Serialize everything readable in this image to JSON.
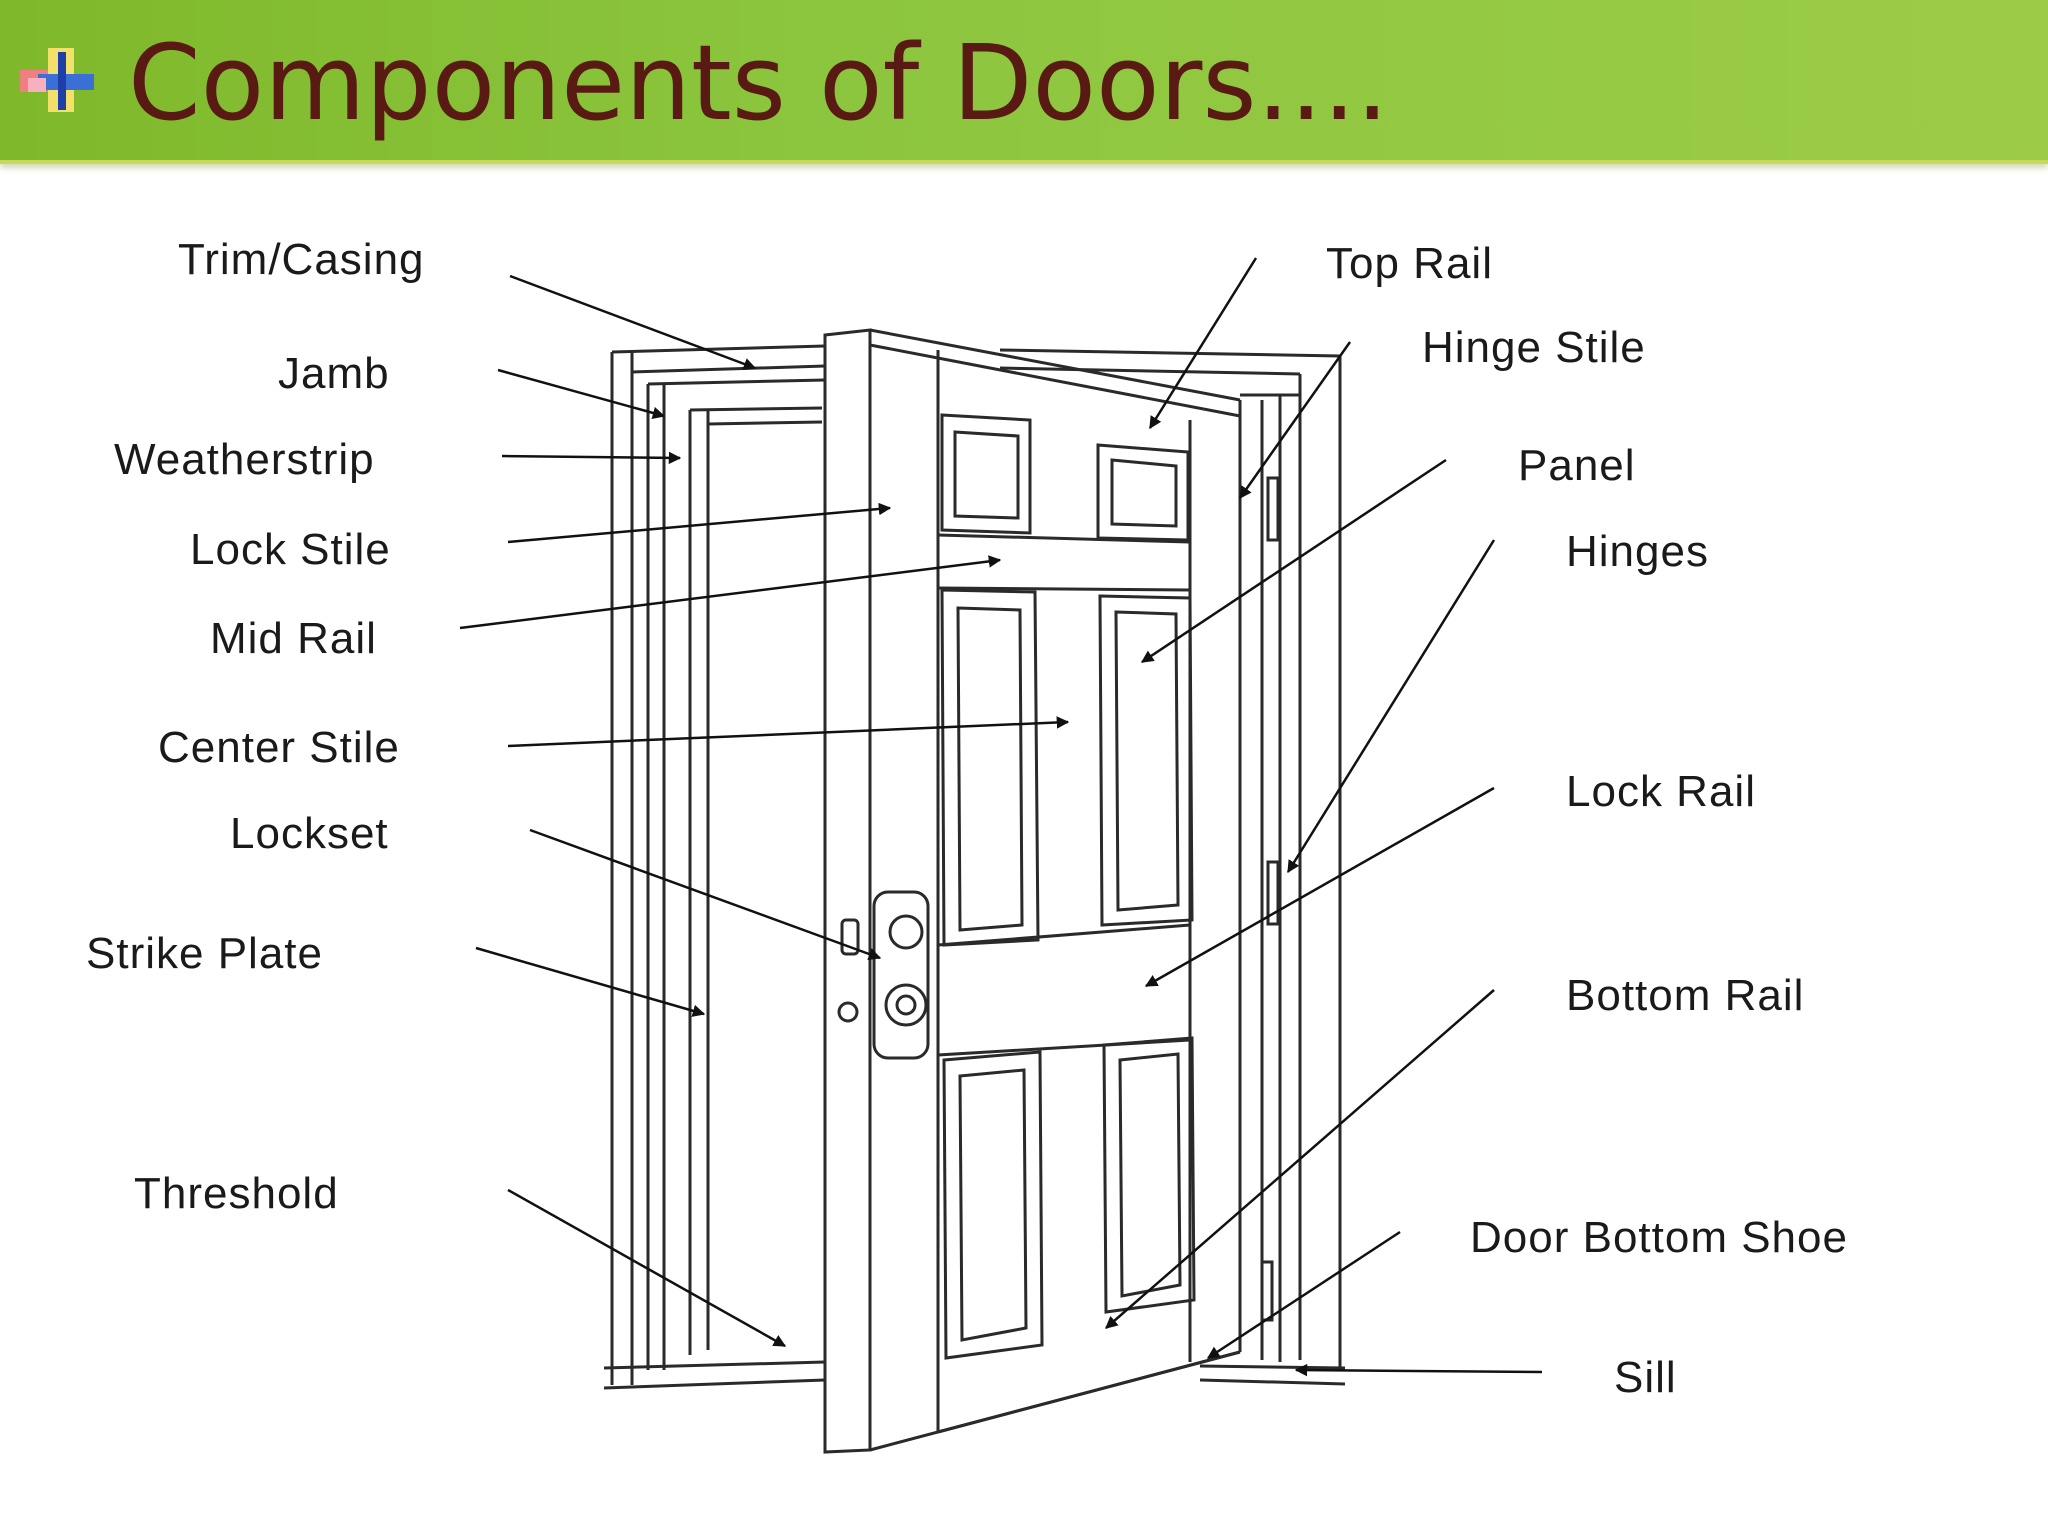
{
  "title": "Components of Doors....",
  "colors": {
    "title_bar": "#8cc63e",
    "title_text": "#5a1a14"
  },
  "icons": {
    "title": "colored-cross-bullet-icon"
  },
  "labels": {
    "trim_casing": "Trim/Casing",
    "jamb": "Jamb",
    "weatherstrip": "Weatherstrip",
    "lock_stile": "Lock Stile",
    "mid_rail": "Mid Rail",
    "center_stile": "Center Stile",
    "lockset": "Lockset",
    "strike_plate": "Strike Plate",
    "threshold": "Threshold",
    "top_rail": "Top Rail",
    "hinge_stile": "Hinge Stile",
    "panel": "Panel",
    "hinges": "Hinges",
    "lock_rail": "Lock Rail",
    "bottom_rail": "Bottom Rail",
    "door_bottom_shoe": "Door Bottom Shoe",
    "sill": "Sill"
  }
}
